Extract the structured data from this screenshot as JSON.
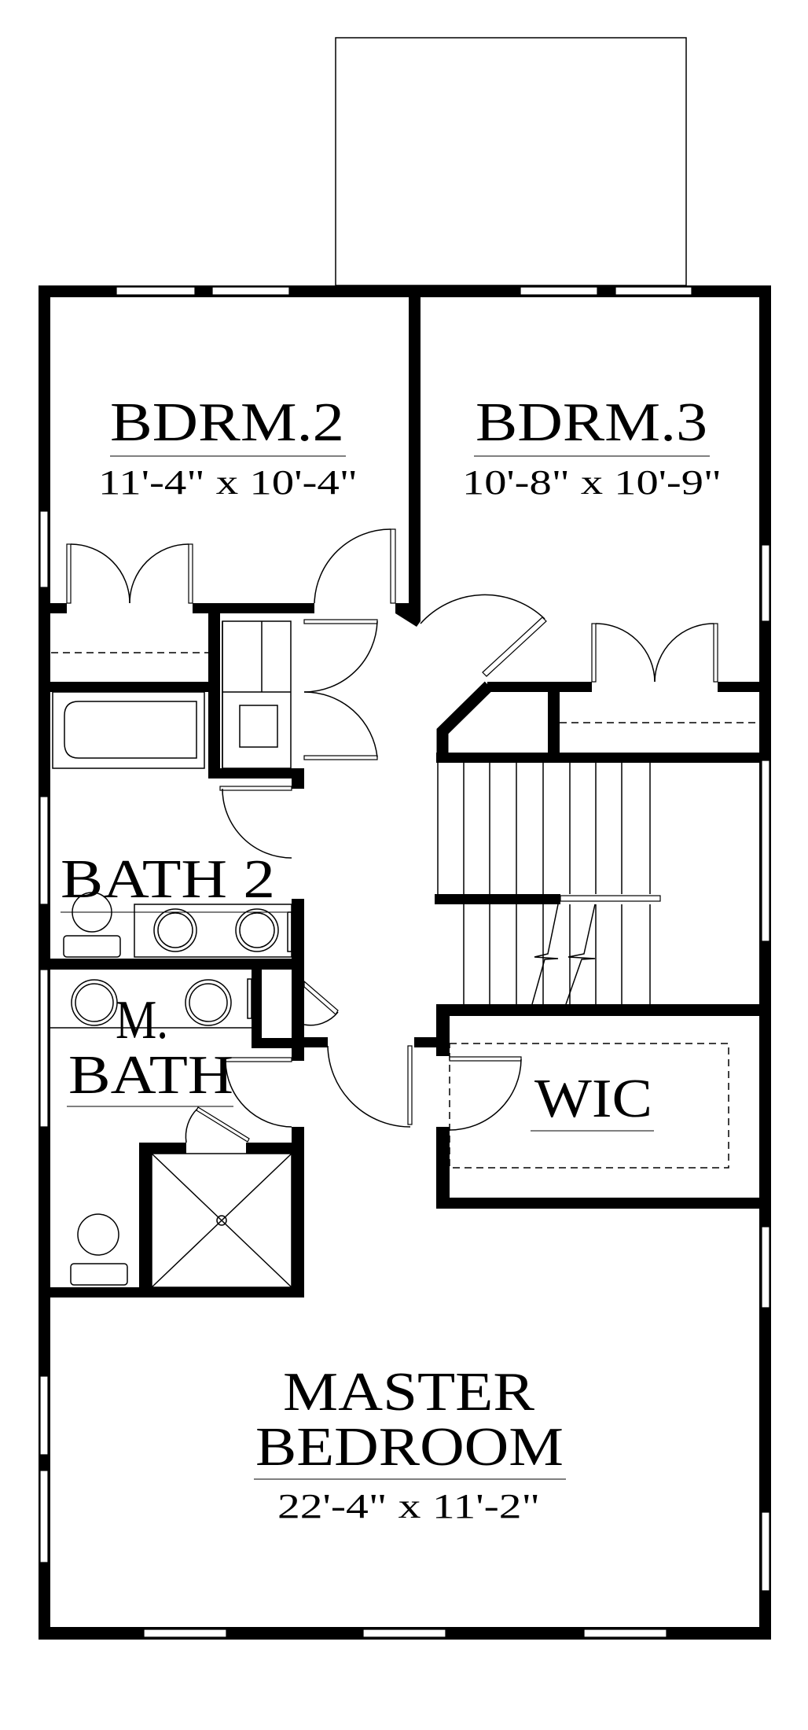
{
  "plan": {
    "colors": {
      "wall": "#000000",
      "background": "#ffffff"
    },
    "rooms": {
      "bdrm2": {
        "name": "BDRM.2",
        "size": "11'-4\" x 10'-4\""
      },
      "bdrm3": {
        "name": "BDRM.3",
        "size": "10'-8\" x 10'-9\""
      },
      "bath2": {
        "name": "BATH 2"
      },
      "mbath": {
        "line1": "M.",
        "line2": "BATH"
      },
      "wic": {
        "name": "WIC"
      },
      "master": {
        "line1": "MASTER",
        "line2": "BEDROOM",
        "size": "22'-4\" x 11'-2\""
      }
    }
  }
}
